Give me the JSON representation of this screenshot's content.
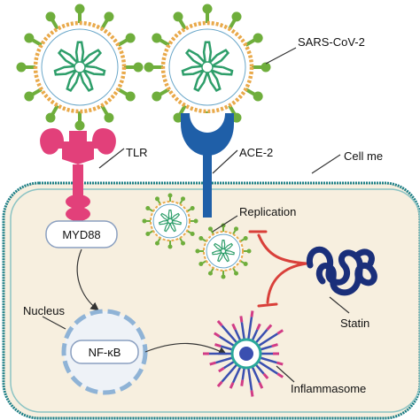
{
  "labels": {
    "sars_cov_2": "SARS-CoV-2",
    "tlr": "TLR",
    "ace2": "ACE-2",
    "cell_membrane": "Cell me",
    "replication": "Replication",
    "myd88": "MYD88",
    "nucleus": "Nucleus",
    "nfkb": "NF-κB",
    "statin": "Statin",
    "inflammasome": "Inflammasome"
  },
  "colors": {
    "virus_spike": "#6fae3c",
    "virus_shell": "#e9a94a",
    "virus_rna": "#2e9e6a",
    "tlr": "#e2407a",
    "ace2": "#1f5fa8",
    "cell_fill": "#f7efdf",
    "cell_border": "#1e7f86",
    "nucleus": "#8fb3d6",
    "inhibit": "#d9403a",
    "statin": "#1a2f7a",
    "inflammasome_spoke": "#3a4fb0",
    "inflammasome_tip": "#d23c86"
  },
  "icons": [
    "virus-icon",
    "tlr-receptor-icon",
    "ace2-receptor-icon",
    "statin-molecule-icon",
    "inflammasome-icon"
  ]
}
